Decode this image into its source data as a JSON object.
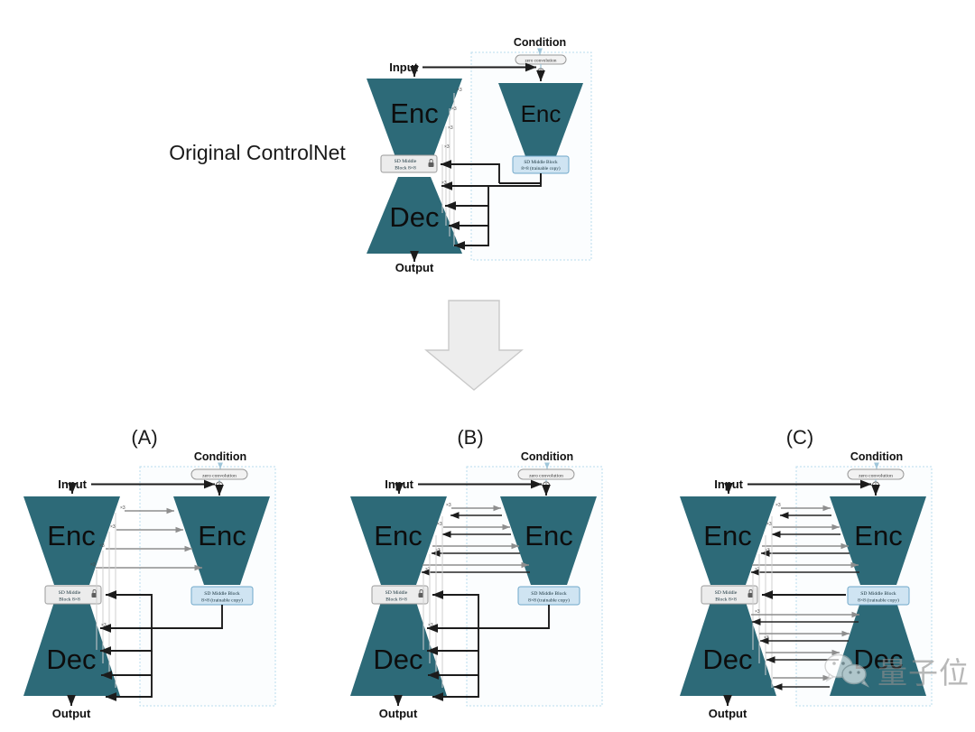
{
  "figure": {
    "title_label": "Original ControlNet",
    "transition_icon": "down-arrow-icon",
    "teal": "#2d6a78",
    "trainable_fill": "#cfe4f2",
    "locked_fill": "#ececec",
    "condition_border": "#b9dcee"
  },
  "labels": {
    "input": "Input",
    "output": "Output",
    "condition": "Condition",
    "zero_convolution": "zero convolution",
    "enc": "Enc",
    "dec": "Dec",
    "sd_middle_locked_line1": "SD Middle",
    "sd_middle_locked_line2": "Block 8×8",
    "sd_middle_trainable_line1": "SD Middle Block",
    "sd_middle_trainable_line2": "8×8 (trainable copy)",
    "multiplier": "×3",
    "lock_icon": "lock-icon",
    "plus_icon": "plus-circle-icon"
  },
  "panels": [
    {
      "id": "top",
      "caption": "Original ControlNet",
      "has_right_decoder": false,
      "encoder_connections": "none",
      "decoder_connections": "locked-only",
      "skip_count": 4,
      "middle_to_decoder_arrows": 4
    },
    {
      "id": "A",
      "caption": "(A)",
      "has_right_decoder": false,
      "encoder_connections": "left-to-right",
      "decoder_connections": "right-to-left",
      "skip_count": 4,
      "middle_to_decoder_arrows": 4
    },
    {
      "id": "B",
      "caption": "(B)",
      "has_right_decoder": false,
      "encoder_connections": "bidirectional",
      "decoder_connections": "right-to-left",
      "skip_count": 4,
      "middle_to_decoder_arrows": 4
    },
    {
      "id": "C",
      "caption": "(C)",
      "has_right_decoder": true,
      "encoder_connections": "bidirectional",
      "decoder_connections": "bidirectional",
      "skip_count": 4,
      "middle_to_decoder_arrows": 4
    }
  ],
  "watermark": {
    "logo_icon": "wechat-icon",
    "text": "量子位"
  }
}
